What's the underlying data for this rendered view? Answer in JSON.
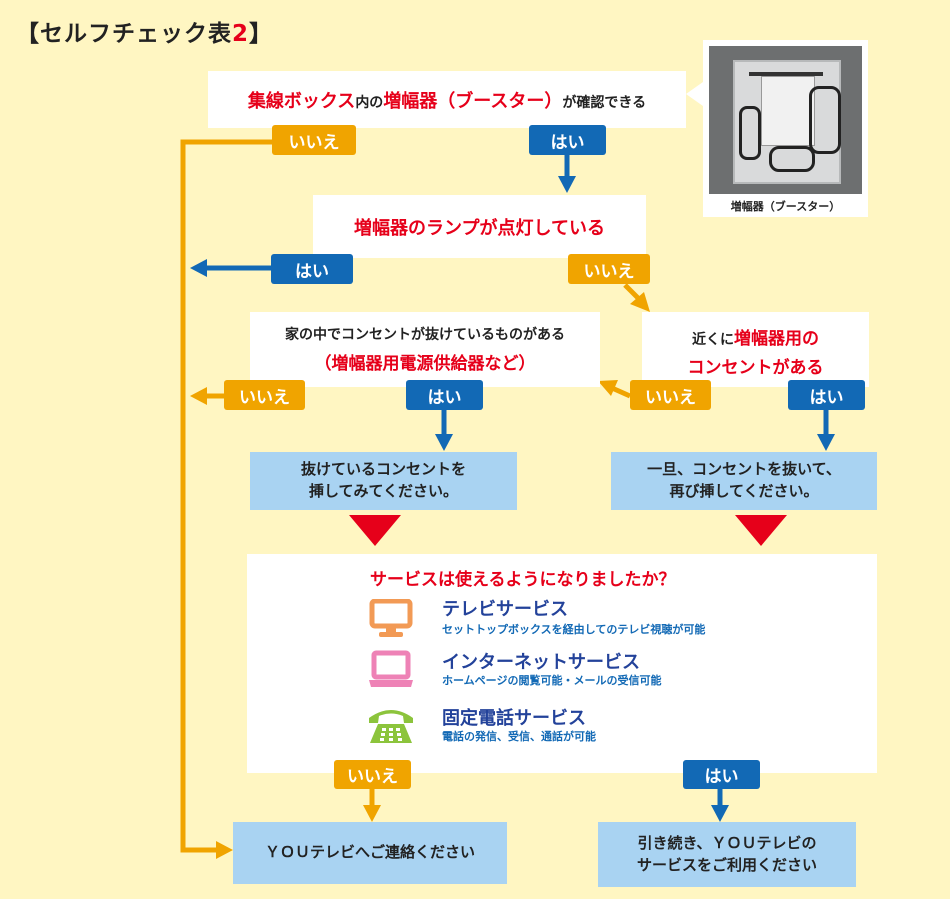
{
  "title": {
    "main": "【セルフチェック表",
    "num": "2",
    "close": "】"
  },
  "photo": {
    "caption": "増幅器（ブースター）"
  },
  "q1": {
    "part1": "集線ボックス",
    "part2": "内の",
    "part3": "増幅器（ブースター）",
    "part4": "が確認できる"
  },
  "q2": {
    "text": "増幅器のランプが点灯している"
  },
  "q3": {
    "line1": "家の中でコンセントが抜けているものがある",
    "line2": "（増幅器用電源供給器など）"
  },
  "q4": {
    "part1": "近くに",
    "part2": "増幅器用の",
    "part3": "コンセント",
    "part4": "がある"
  },
  "a1": {
    "line1": "抜けているコンセントを",
    "line2": "挿してみてください。"
  },
  "a2": {
    "line1": "一旦、コンセントを抜いて、",
    "line2": "再び挿してください。"
  },
  "q5": {
    "text": "サービスは使えるようになりましたか？"
  },
  "services": [
    {
      "title": "テレビサービス",
      "desc": "セットトップボックスを経由してのテレビ視聴が可能",
      "icon": "tv-icon"
    },
    {
      "title": "インターネットサービス",
      "desc": "ホームページの閲覧可能・メールの受信可能",
      "icon": "laptop-icon"
    },
    {
      "title": "固定電話サービス",
      "desc": "電話の発信、受信、通話が可能",
      "icon": "telephone-icon"
    }
  ],
  "labels": {
    "yes": "はい",
    "no": "いいえ"
  },
  "result_no": {
    "text": "ＹＯＵテレビへご連絡ください"
  },
  "result_yes": {
    "line1": "引き続き、ＹＯＵテレビの",
    "line2": "サービスをご利用ください"
  },
  "colors": {
    "background": "#fff6c2",
    "yes": "#1269b5",
    "no": "#f0a400",
    "highlight": "#e6001a",
    "action_box": "#a9d3f2",
    "service_title": "#23429a"
  }
}
